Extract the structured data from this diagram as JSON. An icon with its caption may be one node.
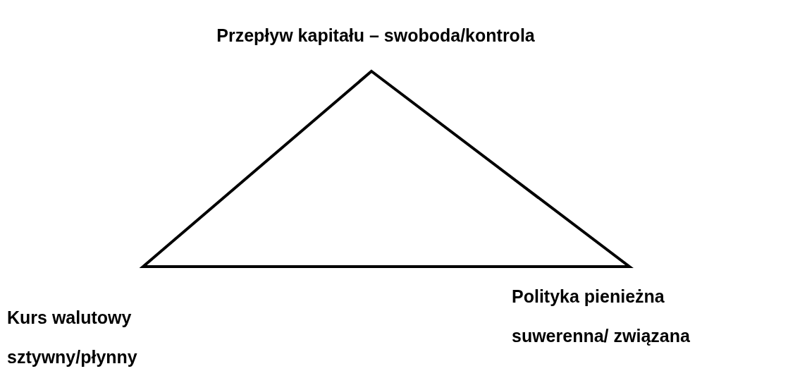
{
  "diagram": {
    "labels": [
      "Przepływ kapitału – swoboda/kontrola",
      "Kurs walutowy sztywny/płynny",
      "Polityka pienieżna suwerenna/ związana"
    ]
  }
}
